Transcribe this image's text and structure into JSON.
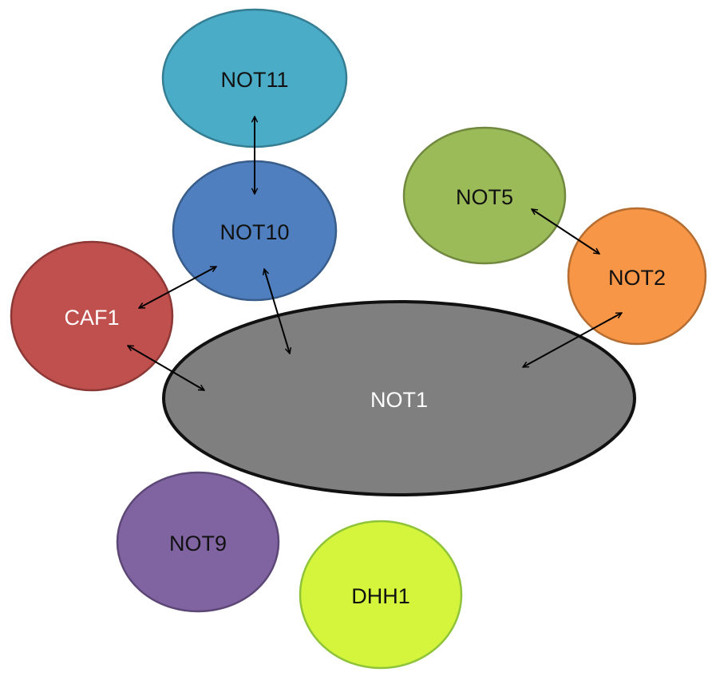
{
  "diagram": {
    "nodes": [
      {
        "id": "not11",
        "label": "NOT11",
        "fill": "#4aacc6",
        "stroke": "#357d92",
        "text_color": "#111111"
      },
      {
        "id": "not10",
        "label": "NOT10",
        "fill": "#4f7fbe",
        "stroke": "#385d8a",
        "text_color": "#111111"
      },
      {
        "id": "not5",
        "label": "NOT5",
        "fill": "#9bbb59",
        "stroke": "#71893f",
        "text_color": "#111111"
      },
      {
        "id": "not2",
        "label": "NOT2",
        "fill": "#f79646",
        "stroke": "#b66d31",
        "text_color": "#111111"
      },
      {
        "id": "caf1",
        "label": "CAF1",
        "fill": "#c0504d",
        "stroke": "#8c3836",
        "text_color": "#ffffff"
      },
      {
        "id": "not1",
        "label": "NOT1",
        "fill": "#7f7f7f",
        "stroke": "#111111",
        "text_color": "#ffffff"
      },
      {
        "id": "not9",
        "label": "NOT9",
        "fill": "#8064a2",
        "stroke": "#5c4776",
        "text_color": "#111111"
      },
      {
        "id": "dhh1",
        "label": "DHH1",
        "fill": "#d4f53c",
        "stroke": "#8fc43a",
        "text_color": "#111111"
      }
    ],
    "edges": [
      {
        "from": "not11",
        "to": "not10",
        "type": "bidirectional"
      },
      {
        "from": "not10",
        "to": "caf1",
        "type": "bidirectional"
      },
      {
        "from": "not10",
        "to": "not1",
        "type": "bidirectional"
      },
      {
        "from": "caf1",
        "to": "not1",
        "type": "bidirectional"
      },
      {
        "from": "not5",
        "to": "not2",
        "type": "bidirectional"
      },
      {
        "from": "not2",
        "to": "not1",
        "type": "bidirectional"
      }
    ],
    "arrow_color": "#000000"
  }
}
